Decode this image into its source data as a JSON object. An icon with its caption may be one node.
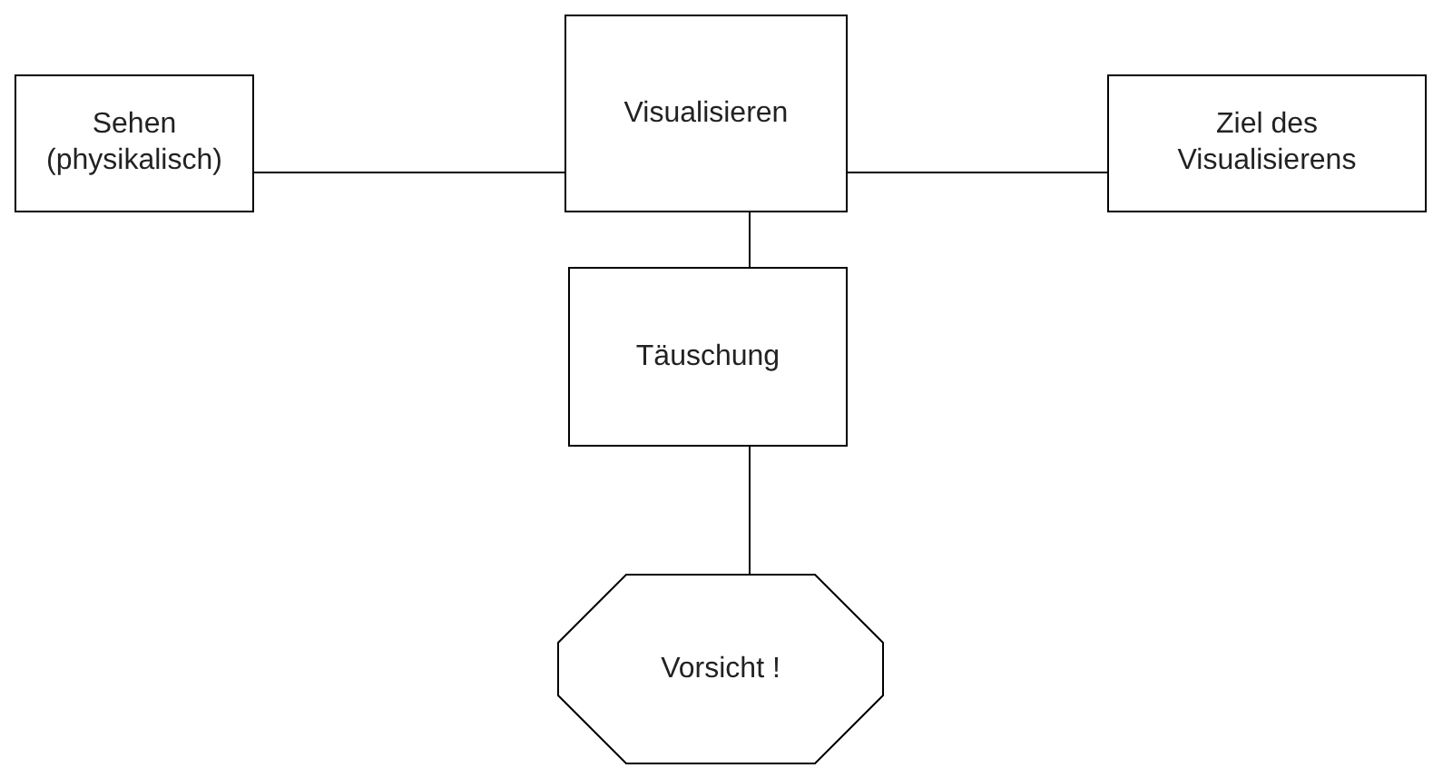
{
  "diagram": {
    "nodes": [
      {
        "text": [
          "Sehen (physikalisch)"
        ]
      },
      {
        "text": [
          "Visualisieren"
        ]
      },
      {
        "text": [
          "Ziel des Visualisierens"
        ]
      },
      {
        "text": [
          "Täuschung"
        ]
      },
      {
        "text": [
          "Vorsicht !"
        ]
      }
    ],
    "edges": [
      {
        "from": 0,
        "to": 1,
        "arrow": "none"
      },
      {
        "from": 1,
        "to": 2,
        "arrow": "none"
      },
      {
        "from": 1,
        "to": 3,
        "arrow": "none"
      },
      {
        "from": 3,
        "to": 4,
        "arrow": "none"
      }
    ]
  }
}
